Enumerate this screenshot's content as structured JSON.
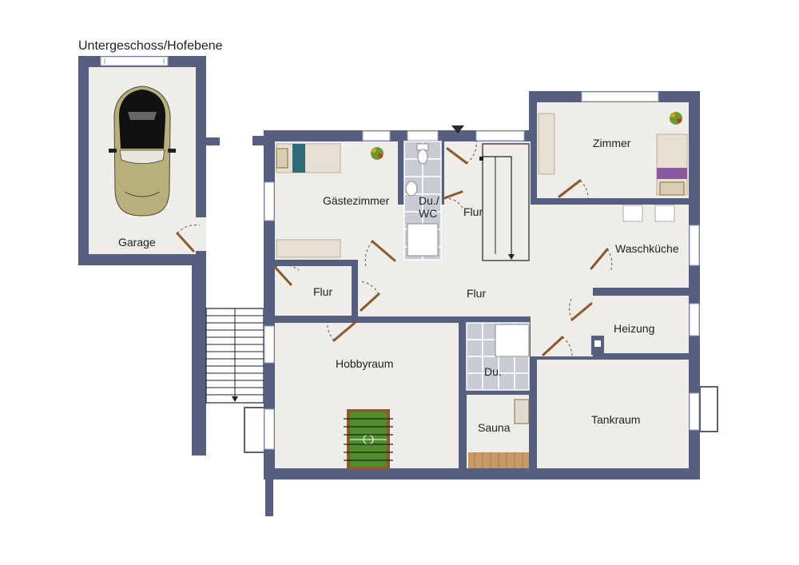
{
  "title": "Untergeschoss/Hofebene",
  "rooms": {
    "garage": "Garage",
    "gaestezimmer": "Gästezimmer",
    "du_wc_line1": "Du./",
    "du_wc_line2": "WC",
    "flur_top": "Flur",
    "zimmer": "Zimmer",
    "waschkueche": "Waschküche",
    "flur_left": "Flur",
    "flur_main": "Flur",
    "heizung": "Heizung",
    "hobbyraum": "Hobbyraum",
    "du": "Du.",
    "sauna": "Sauna",
    "tankraum": "Tankraum"
  },
  "colors": {
    "wall": "#565f80",
    "floor": "#efede9",
    "tile": "#c8ccd2",
    "door": "#8a5a2b",
    "foosball": "#4f8f2a"
  },
  "icons": [
    "car-icon",
    "plant-icon",
    "bed-icon",
    "toilet-icon",
    "shower-icon",
    "foosball-table-icon",
    "entrance-arrow-icon"
  ]
}
